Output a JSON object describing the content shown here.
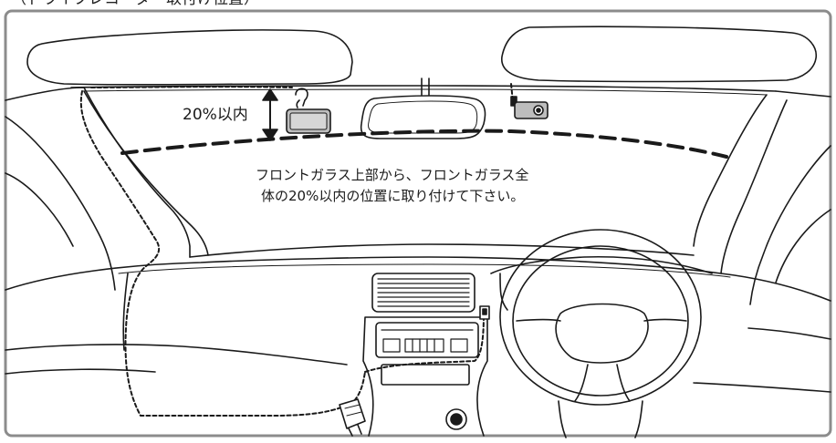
{
  "header": {
    "cut_caption": "（ドライブレコーダー取付け位置）"
  },
  "annotation": {
    "height_label": "20%以内",
    "instruction_line1": "フロントガラス上部から、フロントガラス全",
    "instruction_line2": "体の20%以内の位置に取り付けて下さい。"
  },
  "colors": {
    "frame": "#8c8c8c",
    "line": "#1a1a1a",
    "device_fill": "#bdbdbd",
    "vent_fill": "#ffffff"
  }
}
